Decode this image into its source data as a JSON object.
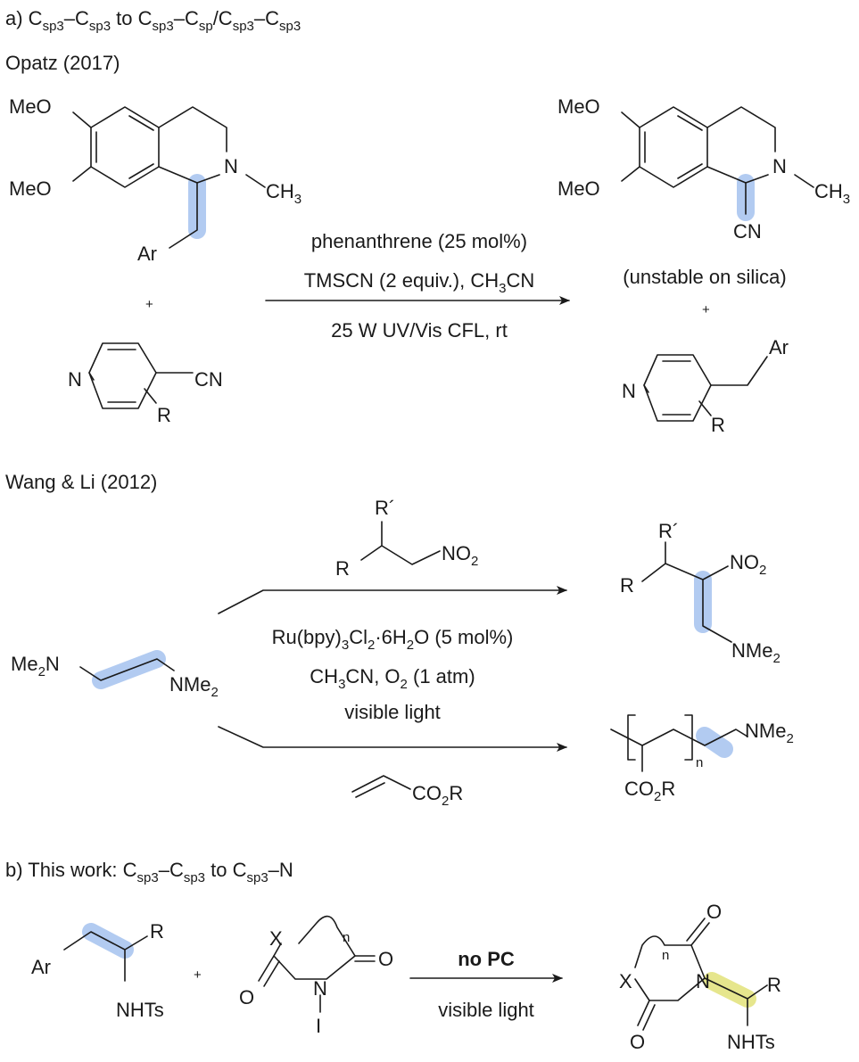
{
  "highlight_colors": {
    "blue": "#7fa8e8",
    "yellow": "#d8d850"
  },
  "section_a": {
    "prefix": "a) C",
    "sub1": "sp3",
    "dash1": "–C",
    "sub2": "sp3",
    "mid": " to C",
    "sub3": "sp3",
    "dash2": "–C",
    "sub4": "sp",
    "slash": "/C",
    "sub5": "sp3",
    "dash3": "–C",
    "sub6": "sp3"
  },
  "opatz": {
    "title": "Opatz (2017)",
    "sm_meo_top": "MeO",
    "sm_meo_bottom": "MeO",
    "sm_n": "N",
    "sm_ch": "CH",
    "sm_3": "3",
    "sm_ar": "Ar",
    "plus_left": "+",
    "py_n": "N",
    "py_cn": "CN",
    "py_r": "R",
    "cond1": "phenanthrene (25 mol%)",
    "cond2_a": "TMSCN (2 equiv.), CH",
    "cond2_sub": "3",
    "cond2_b": "CN",
    "cond3": "25 W UV/Vis CFL, rt",
    "pr_meo_top": "MeO",
    "pr_meo_bottom": "MeO",
    "pr_n": "N",
    "pr_ch": "CH",
    "pr_3": "3",
    "pr_cn": "CN",
    "pr_note": "(unstable on silica)",
    "plus_right": "+",
    "pp_n": "N",
    "pp_ar": "Ar",
    "pp_r": "R"
  },
  "wang": {
    "title": "Wang & Li (2012)",
    "sm_me2n_a": "Me",
    "sm_me2n_sub": "2",
    "sm_me2n_b": "N",
    "sm_nme_a": "NMe",
    "sm_nme_sub": "2",
    "reag_rprime": "R´",
    "reag_r": "R",
    "reag_no_a": "NO",
    "reag_no_sub": "2",
    "cond1_a": "Ru(bpy)",
    "cond1_s1": "3",
    "cond1_b": "Cl",
    "cond1_s2": "2",
    "cond1_c": "·6H",
    "cond1_s3": "2",
    "cond1_d": "O (5 mol%)",
    "cond2_a": "CH",
    "cond2_s1": "3",
    "cond2_b": "CN, O",
    "cond2_s2": "2",
    "cond2_c": " (1 atm)",
    "cond3": "visible light",
    "acr_a": "CO",
    "acr_sub": "2",
    "acr_b": "R",
    "p1_rprime": "R´",
    "p1_r": "R",
    "p1_no_a": "NO",
    "p1_no_sub": "2",
    "p1_nme_a": "NMe",
    "p1_nme_sub": "2",
    "p2_n": "n",
    "p2_nme_a": "NMe",
    "p2_nme_sub": "2",
    "p2_co_a": "CO",
    "p2_co_sub": "2",
    "p2_co_b": "R"
  },
  "section_b": {
    "prefix": "b) This work: C",
    "sub1": "sp3",
    "dash1": "–C",
    "sub2": "sp3",
    "mid": " to C",
    "sub3": "sp3",
    "tail": "–N"
  },
  "this_work": {
    "sm_ar": "Ar",
    "sm_r": "R",
    "sm_nhts": "NHTs",
    "plus": "+",
    "ni_x": "X",
    "ni_n_sub": "n",
    "ni_o_right": "O",
    "ni_o_left": "O",
    "ni_n": "N",
    "ni_i": "I",
    "cond_top": "no PC",
    "cond_bottom": "visible light",
    "pr_o_top": "O",
    "pr_n_sub": "n",
    "pr_x": "X",
    "pr_n": "N",
    "pr_r": "R",
    "pr_o_bottom": "O",
    "pr_nhts": "NHTs"
  }
}
